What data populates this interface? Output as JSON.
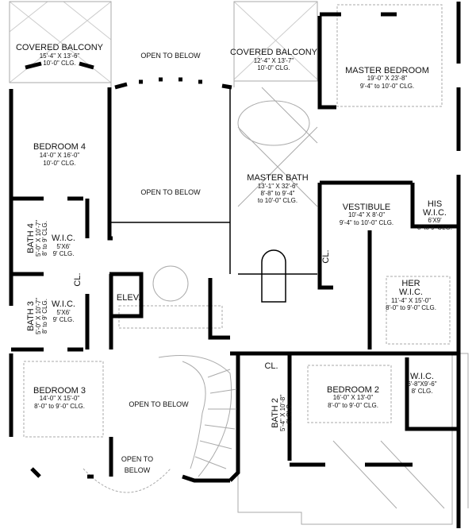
{
  "rooms": {
    "covered_balcony_left": {
      "name": "COVERED BALCONY",
      "size": "15'-4\" X 13'-6\"",
      "ceiling": "10'-0\" CLG."
    },
    "open_top": {
      "name": "OPEN TO BELOW"
    },
    "covered_balcony_mid": {
      "name": "COVERED BALCONY",
      "size": "12'-4\" X 13'-7\"",
      "ceiling": "10'-0\" CLG."
    },
    "master_bedroom": {
      "name": "MASTER BEDROOM",
      "size": "19'-0\" X 23'-8\"",
      "ceiling": "9'-4\" to 10'-0\" CLG."
    },
    "bedroom4": {
      "name": "BEDROOM 4",
      "size": "14'-0\" X 16'-0\"",
      "ceiling": "10'-0\" CLG."
    },
    "open_center": {
      "name": "OPEN TO BELOW"
    },
    "master_bath": {
      "name": "MASTER BATH",
      "size": "13'-1\" X 32'-6\"",
      "ceiling1": "8'-8\" to 9'-4\"",
      "ceiling2": "to 10'-0\" CLG."
    },
    "vestibule": {
      "name": "VESTIBULE",
      "size": "10'-4\" X 8'-0\"",
      "ceiling": "9'-4\" to 10'-0\" CLG."
    },
    "his_wic": {
      "name1": "HIS",
      "name2": "W.I.C.",
      "size": "6'X9'",
      "ceiling": "8' to 9' CLG."
    },
    "bath4": {
      "name": "BATH 4",
      "size": "5'-0\" X 10'-7\"",
      "ceiling": "8' to 9' CLG."
    },
    "wic4": {
      "name": "W.I.C.",
      "size": "5'X6'",
      "ceiling": "9' CLG."
    },
    "closet_left": {
      "name": "CL."
    },
    "elevator": {
      "name": "ELEV."
    },
    "bath3": {
      "name": "BATH 3",
      "size": "5'-0\" X 10'-7\"",
      "ceiling": "8' to 9' CLG."
    },
    "wic3": {
      "name": "W.I.C.",
      "size": "5'X6'",
      "ceiling": "9' CLG."
    },
    "closet_vestibule": {
      "name": "CL."
    },
    "her_wic": {
      "name1": "HER",
      "name2": "W.I.C.",
      "size": "11'-4\" X 15'-0\"",
      "ceiling": "8'-0\" to 9'-0\" CLG."
    },
    "closet_hall": {
      "name": "CL."
    },
    "bedroom3": {
      "name": "BEDROOM 3",
      "size": "14'-0\" X 15'-0\"",
      "ceiling": "8'-0\" to 9'-0\" CLG."
    },
    "open_stair": {
      "name": "OPEN TO BELOW"
    },
    "bath2": {
      "name": "BATH 2",
      "size": "5'-4\" X 10'-8\"",
      "ceiling": "8' CLG."
    },
    "bedroom2": {
      "name": "BEDROOM 2",
      "size": "16'-0\" X 13'-0\"",
      "ceiling": "8'-0\" to 9'-0\" CLG."
    },
    "wic2": {
      "name": "W.I.C.",
      "size": "6'-8\"X9'-6\"",
      "ceiling": "8' CLG."
    },
    "open_bay": {
      "line1": "OPEN TO",
      "line2": "BELOW"
    }
  }
}
